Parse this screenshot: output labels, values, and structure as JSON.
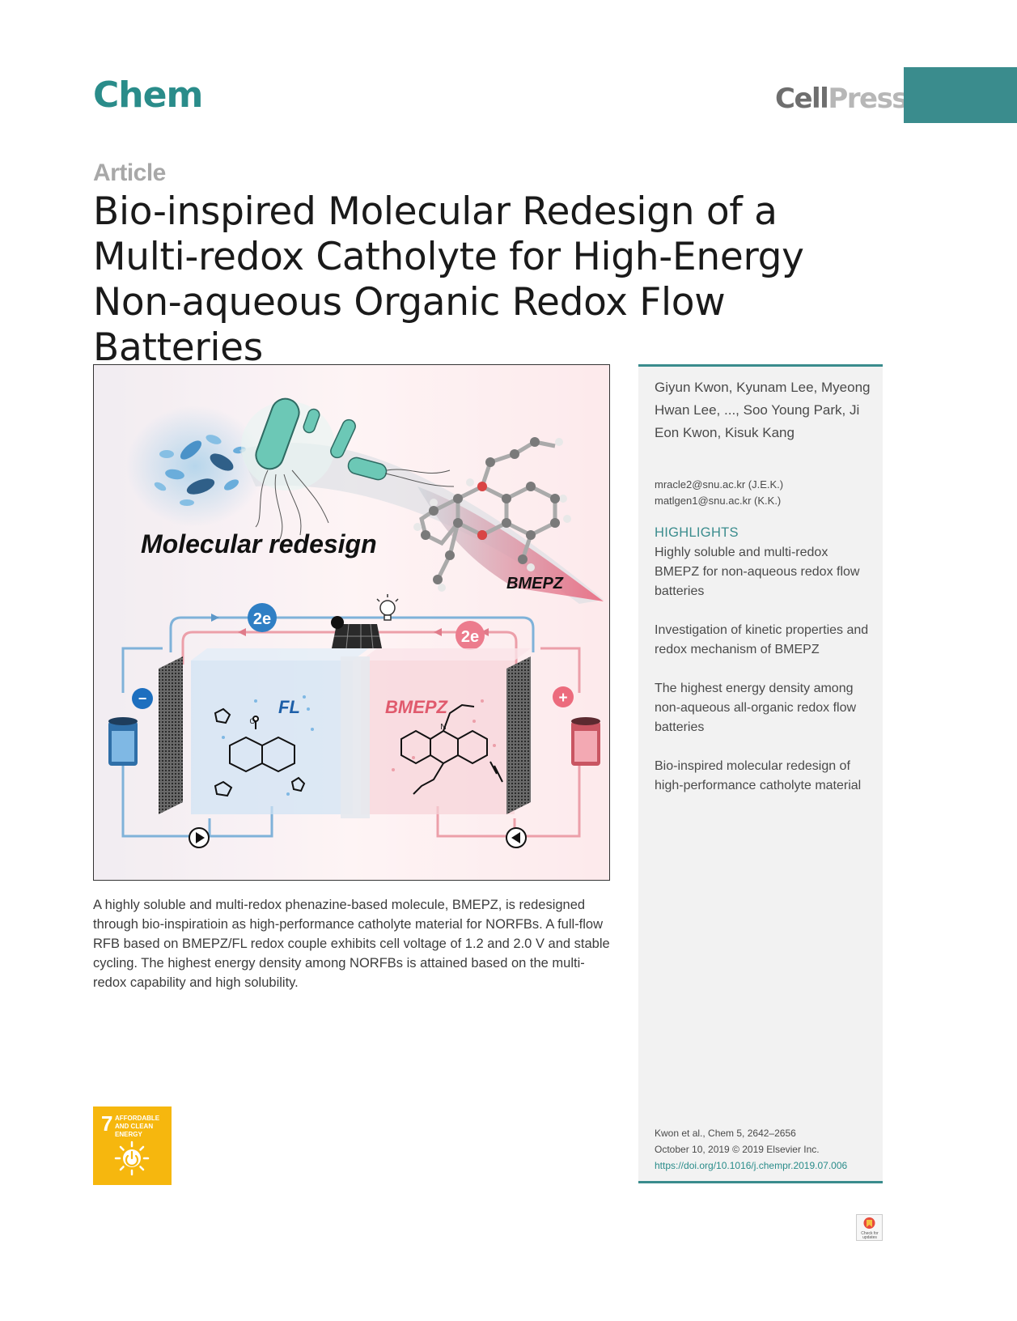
{
  "header": {
    "journal": "Chem",
    "publisher_part1": "Cell",
    "publisher_part2": "Press",
    "accent_color": "#3a8c8d"
  },
  "article_type": "Article",
  "title": "Bio-inspired Molecular Redesign of a Multi-redox Catholyte for High-Energy Non-aqueous Organic Redox Flow Batteries",
  "figure": {
    "heading": "Molecular redesign",
    "molecule_label": "BMEPZ",
    "electron_left": "2e",
    "electron_right": "2e",
    "anolyte_label": "FL",
    "catholyte_label": "BMEPZ",
    "minus_sign": "−",
    "plus_sign": "+",
    "nitrogen": "N",
    "oxygen": "O"
  },
  "abstract": "A highly soluble and multi-redox phenazine-based molecule, BMEPZ, is redesigned through bio-inspiratioin as high-performance catholyte material for NORFBs. A full-flow RFB based on BMEPZ/FL redox couple exhibits cell voltage of 1.2 and 2.0 V and stable cycling. The highest energy density among NORFBs is attained based on the multi-redox capability and high solubility.",
  "sidebar": {
    "authors": "Giyun Kwon, Kyunam Lee, Myeong Hwan Lee, ..., Soo Young Park, Ji Eon Kwon, Kisuk Kang",
    "emails": [
      "mracle2@snu.ac.kr (J.E.K.)",
      "matlgen1@snu.ac.kr (K.K.)"
    ],
    "highlights_heading": "HIGHLIGHTS",
    "highlights": [
      "Highly soluble and multi-redox BMEPZ for non-aqueous redox flow batteries",
      "Investigation of kinetic properties and redox mechanism of BMEPZ",
      "The highest energy density among non-aqueous all-organic redox flow batteries",
      "Bio-inspired molecular redesign of high-performance catholyte material"
    ],
    "citation": "Kwon et al., Chem 5, 2642–2656",
    "date_line": "October 10, 2019 © 2019 Elsevier Inc.",
    "doi": "https://doi.org/10.1016/j.chempr.2019.07.006"
  },
  "sdg": {
    "number": "7",
    "label": "AFFORDABLE AND CLEAN ENERGY",
    "color": "#f6b70e"
  },
  "crossmark": "Check for updates"
}
